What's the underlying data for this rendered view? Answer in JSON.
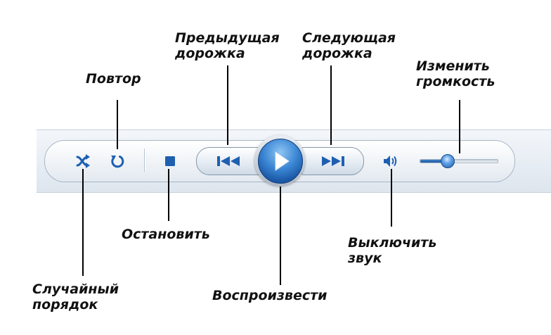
{
  "labels": {
    "repeat": "Повтор",
    "prev_line1": "Предыдущая",
    "prev_line2": "дорожка",
    "next_line1": "Следующая",
    "next_line2": "дорожка",
    "volume_line1": "Изменить",
    "volume_line2": "громкость",
    "stop": "Остановить",
    "mute_line1": "Выключить",
    "mute_line2": "звук",
    "shuffle_line1": "Случайный",
    "shuffle_line2": "порядок",
    "play": "Воспроизвести"
  },
  "controls": {
    "icons": [
      "shuffle-icon",
      "repeat-icon",
      "stop-icon",
      "previous-track-icon",
      "play-icon",
      "next-track-icon",
      "speaker-icon",
      "volume-slider"
    ],
    "volume_level": 0.35
  },
  "colors": {
    "icon_blue": "#1f5fb0",
    "play_blue": "#2a6fc0",
    "label_text": "#111111"
  }
}
